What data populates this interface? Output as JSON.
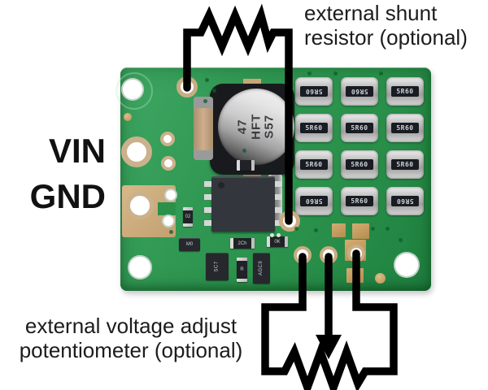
{
  "annotations": {
    "top_label": {
      "line1": "external shunt",
      "line2": "resistor (optional)"
    },
    "bottom_label": {
      "line1": "external voltage adjust",
      "line2": "potentiometer (optional)"
    },
    "vin_label": "VIN",
    "gnd_label": "GND"
  },
  "board": {
    "inductor": {
      "line1": "47",
      "line2": "HFT",
      "line3": "S57"
    },
    "resistor_grid": {
      "cells": [
        {
          "label": "5R60",
          "rotated": true
        },
        {
          "label": "5R60",
          "rotated": true
        },
        {
          "label": "5R60",
          "rotated": false
        },
        {
          "label": "5R60",
          "rotated": false
        },
        {
          "label": "5R60",
          "rotated": false
        },
        {
          "label": "5R60",
          "rotated": false
        },
        {
          "label": "5R60",
          "rotated": false
        },
        {
          "label": "5R60",
          "rotated": false
        },
        {
          "label": "5R60",
          "rotated": false
        },
        {
          "label": "5R60",
          "rotated": true
        },
        {
          "label": "5R60",
          "rotated": false
        },
        {
          "label": "5R60",
          "rotated": true
        }
      ]
    },
    "small_parts": {
      "sot1": "M0",
      "sot2": "SC7",
      "sot3": "AGC9",
      "chip1": "2Ch",
      "chip2": "0K",
      "chip3": "R",
      "chip4": "02"
    }
  },
  "colors": {
    "background": "#ffffff",
    "board_green": "#2f9751",
    "wire_black": "#000000",
    "pad_gold": "#c8a878",
    "resistor_silver": "#c6c6c6",
    "resistor_band": "#191c22",
    "annotation_text": "#1c1c1c"
  }
}
